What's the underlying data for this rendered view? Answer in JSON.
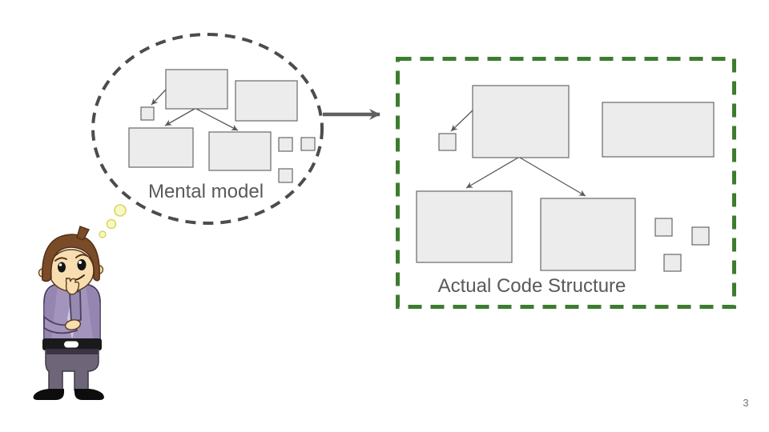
{
  "slide": {
    "page_number": "3",
    "labels": {
      "mental_model": "Mental model",
      "actual_code": "Actual Code Structure"
    },
    "illustration": "thinking-person-cartoon",
    "diagram": {
      "mental_model": {
        "container": "dashed-thought-bubble-ellipse",
        "boxes": 4,
        "small_squares": 4,
        "connections_from_root": 3
      },
      "actual_code": {
        "container": "green-dashed-rectangle",
        "boxes": 4,
        "small_squares": 4,
        "connections_from_root": 3
      },
      "mapping_arrow": "thought-bubble-to-actual-code"
    },
    "colors": {
      "background": "#ffffff",
      "box_fill": "#ececec",
      "box_stroke": "#66696d",
      "bubble_outline": "#4c4c4c",
      "green_border": "#3d7c2f",
      "label_text": "#595959",
      "arrow": "#5f5f5f",
      "page_number": "#757575",
      "thought_dot_fill": "#f8f8c6",
      "thought_dot_stroke": "#d6d65e",
      "person_sweater": "#a294bd",
      "person_skin": "#f7ddb0",
      "person_hair": "#7a4b27",
      "person_pants": "#6f6579"
    }
  }
}
